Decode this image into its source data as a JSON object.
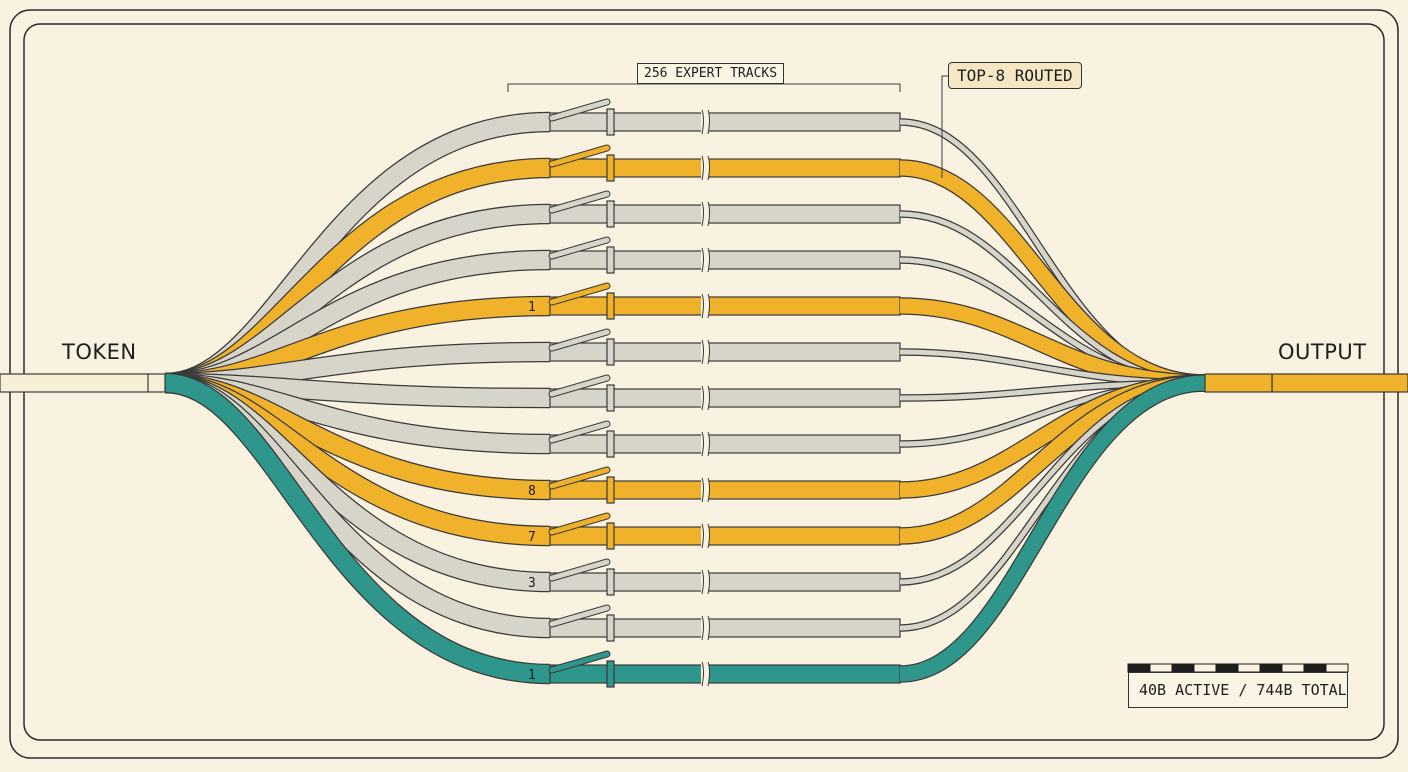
{
  "labels": {
    "input": "TOKEN",
    "output": "OUTPUT",
    "track_count": "256 EXPERT TRACKS",
    "routed_callout": "TOP-8 ROUTED",
    "stats": "40B ACTIVE / 744B TOTAL"
  },
  "colors": {
    "background": "#f9f2e0",
    "frame": "#2a2a2a",
    "inactive_track": "#d7d5c9",
    "routed_track": "#f0b12b",
    "shared_track": "#2e968a",
    "outline": "#3a3a3a"
  },
  "tracks": [
    {
      "state": "inactive",
      "number": ""
    },
    {
      "state": "routed",
      "number": ""
    },
    {
      "state": "inactive",
      "number": ""
    },
    {
      "state": "inactive",
      "number": ""
    },
    {
      "state": "routed",
      "number": "1"
    },
    {
      "state": "inactive",
      "number": ""
    },
    {
      "state": "inactive",
      "number": ""
    },
    {
      "state": "inactive",
      "number": ""
    },
    {
      "state": "routed",
      "number": "8"
    },
    {
      "state": "routed",
      "number": "7"
    },
    {
      "state": "inactive",
      "number": "3"
    },
    {
      "state": "inactive",
      "number": ""
    },
    {
      "state": "shared",
      "number": "1"
    }
  ]
}
